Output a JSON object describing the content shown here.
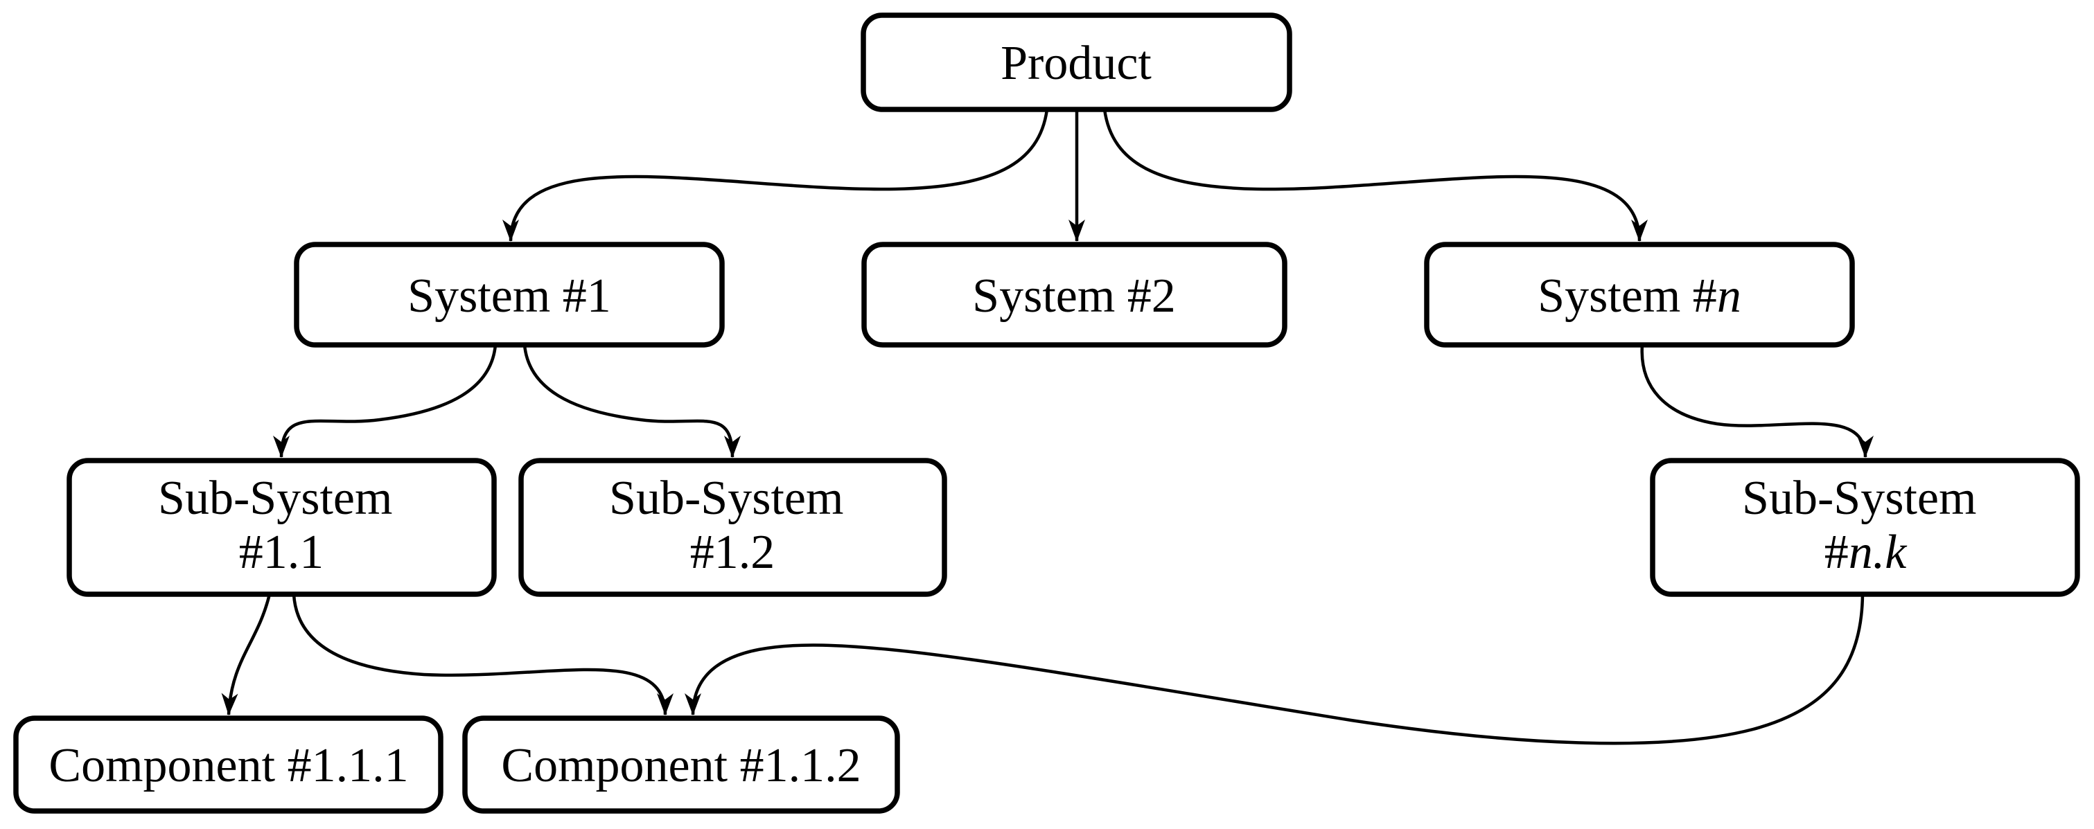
{
  "diagram": {
    "type": "tree",
    "background_color": "#ffffff",
    "stroke_color": "#000000",
    "node_fill_color": "#ffffff",
    "nodes": {
      "product": {
        "label": "Product"
      },
      "system1": {
        "label": "System #1"
      },
      "system2": {
        "label": "System #2"
      },
      "systemN": {
        "label_prefix": "System #",
        "label_var": "n"
      },
      "subsystem11": {
        "line1": "Sub-System",
        "line2": "#1.1"
      },
      "subsystem12": {
        "line1": "Sub-System",
        "line2": "#1.2"
      },
      "subsystemNK": {
        "line1": "Sub-System",
        "line2_prefix": "#",
        "line2_var": "n.k"
      },
      "component111": {
        "label": "Component #1.1.1"
      },
      "component112": {
        "label": "Component #1.1.2"
      }
    },
    "edges": [
      {
        "from": "Product",
        "to": "System #1"
      },
      {
        "from": "Product",
        "to": "System #2"
      },
      {
        "from": "Product",
        "to": "System #n"
      },
      {
        "from": "System #1",
        "to": "Sub-System #1.1"
      },
      {
        "from": "System #1",
        "to": "Sub-System #1.2"
      },
      {
        "from": "System #n",
        "to": "Sub-System #n.k"
      },
      {
        "from": "Sub-System #1.1",
        "to": "Component #1.1.1"
      },
      {
        "from": "Sub-System #1.1",
        "to": "Component #1.1.2"
      },
      {
        "from": "Sub-System #n.k",
        "to": "Component #1.1.2"
      }
    ]
  }
}
